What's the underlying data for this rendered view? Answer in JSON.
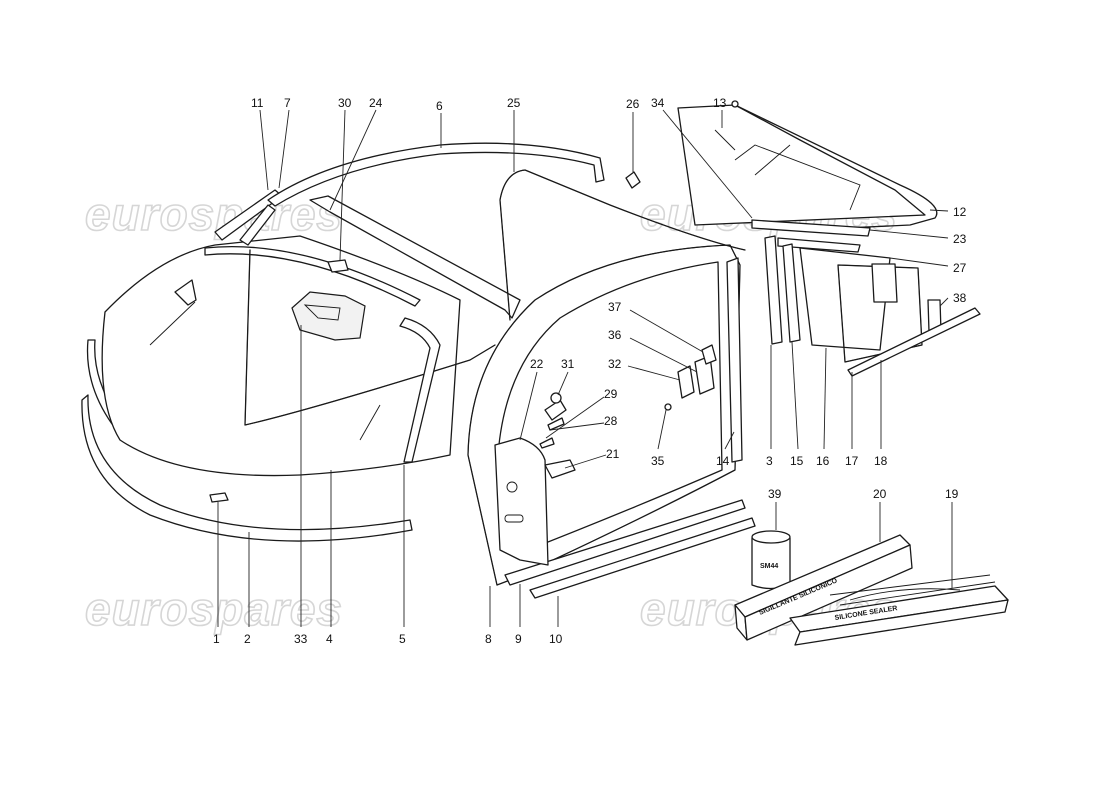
{
  "watermark": "eurospares",
  "callouts": [
    {
      "n": "1"
    },
    {
      "n": "2"
    },
    {
      "n": "3"
    },
    {
      "n": "4"
    },
    {
      "n": "5"
    },
    {
      "n": "6"
    },
    {
      "n": "7"
    },
    {
      "n": "8"
    },
    {
      "n": "9"
    },
    {
      "n": "10"
    },
    {
      "n": "11"
    },
    {
      "n": "12"
    },
    {
      "n": "13"
    },
    {
      "n": "14"
    },
    {
      "n": "15"
    },
    {
      "n": "16"
    },
    {
      "n": "17"
    },
    {
      "n": "18"
    },
    {
      "n": "19"
    },
    {
      "n": "20"
    },
    {
      "n": "21"
    },
    {
      "n": "22"
    },
    {
      "n": "23"
    },
    {
      "n": "24"
    },
    {
      "n": "25"
    },
    {
      "n": "26"
    },
    {
      "n": "27"
    },
    {
      "n": "28"
    },
    {
      "n": "29"
    },
    {
      "n": "30"
    },
    {
      "n": "31"
    },
    {
      "n": "32"
    },
    {
      "n": "33"
    },
    {
      "n": "34"
    },
    {
      "n": "35"
    },
    {
      "n": "36"
    },
    {
      "n": "37"
    },
    {
      "n": "38"
    },
    {
      "n": "39"
    }
  ],
  "products": {
    "sealant_tube_label": "SIGILLANTE SILICONICO",
    "can_label": "SM44",
    "kit_label": "SILICONE SEALER"
  }
}
